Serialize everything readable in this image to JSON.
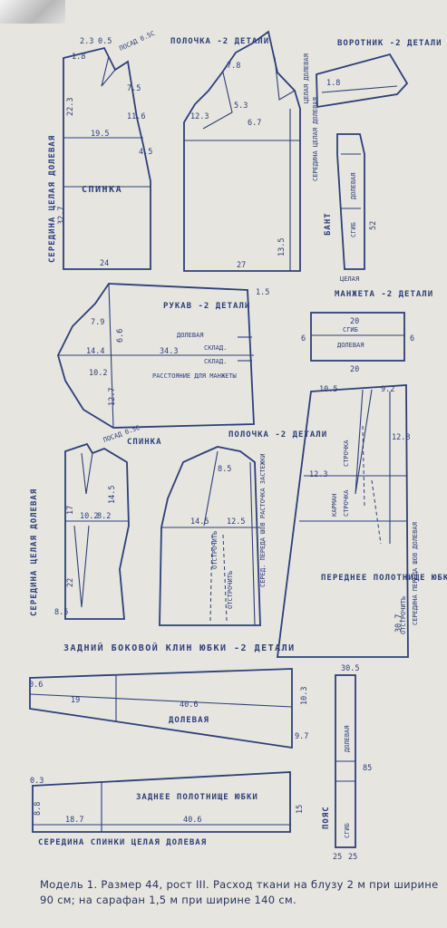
{
  "labels": {
    "back_piece": "СПИНКА",
    "back_center_line": "СЕРЕДИНА ЦЕЛАЯ ДОЛЕВАЯ",
    "neck_ease": "ПОСАД 0.5С",
    "front_title": "ПОЛОЧКА -2 ДЕТАЛИ",
    "whole_grain": "ЦЕЛАЯ ДОЛЕВАЯ",
    "front_center": "СЕРЕДИНА ЦЕЛАЯ ДОЛЕВАЯ",
    "collar": "ВОРОТНИК -2 ДЕТАЛИ",
    "bow": "БАНТ",
    "bow_fold": "СГИБ",
    "bow_grain": "ДОЛЕВАЯ",
    "bow_bottom": "ЦЕЛАЯ",
    "sleeve_title": "РУКАВ -2 ДЕТАЛИ",
    "sleeve_grain": "ДОЛЕВАЯ",
    "sleeve_pleat1": "СКЛАД.",
    "sleeve_pleat2": "СКЛАД.",
    "sleeve_distance": "РАССТОЯНИЕ ДЛЯ МАНЖЕТЫ",
    "cuff_title": "МАНЖЕТА -2 ДЕТАЛИ",
    "cuff_fold": "СГИБ",
    "cuff_grain": "ДОЛЕВАЯ",
    "back2_title": "СПИНКА",
    "front2_title": "ПОЛОЧКА -2 ДЕТАЛИ",
    "front2_center": "СЕРЕД. ПЕРЕДА ШОВ РАСТОЧКА ЗАСТЕЖКИ",
    "stitch_off": "ОТСТРОЧИТЬ",
    "stitch": "СТРОЧКА",
    "pocket": "КАРМАН",
    "skirt_front_title": "ПЕРЕДНЕЕ ПОЛОТНИЩЕ ЮБКИ -2 ДЕТАЛИ",
    "skirt_front_center": "СЕРЕДИНА ПЕРЕДА ШОВ ДОЛЕВАЯ",
    "skirt_stitch_off": "ОТСТРОЧИТЬ",
    "bottom_caption_row": "ЗАДНИЙ БОКОВОЙ КЛИН ЮБКИ -2 ДЕТАЛИ",
    "gore_grain": "ДОЛЕВАЯ",
    "back_skirt_title": "ЗАДНЕЕ ПОЛОТНИЩЕ ЮБКИ",
    "back_skirt_center": "СЕРЕДИНА СПИНКИ ЦЕЛАЯ ДОЛЕВАЯ",
    "belt": "ПОЯС",
    "belt_grain": "ДОЛЕВАЯ",
    "belt_fold": "СГИБ"
  },
  "dims": {
    "d_2_3": "2.3",
    "d_0_5": "0.5",
    "d_1_8": "1.8",
    "d_22_3": "22.3",
    "d_19_5": "19.5",
    "d_32_7": "32.7",
    "d_24": "24",
    "d_7_5": "7.5",
    "d_11_6": "11.6",
    "d_4_5": "4.5",
    "d_27": "27",
    "d_13_5": "13.5",
    "d_12_3": "12.3",
    "d_5_3": "5.3",
    "d_6_7": "6.7",
    "d_7_8": "7.8",
    "d_52": "52",
    "d_20": "20",
    "d_6": "6",
    "d_34_3": "34.3",
    "d_14_4": "14.4",
    "d_10_2": "10.2",
    "d_12_7": "12.7",
    "d_7_9": "7.9",
    "d_6_6": "6.6",
    "d_1_5": "1.5",
    "d_17": "17",
    "d_8_2": "8.2",
    "d_22": "22",
    "d_8_5": "8.5",
    "d_14_5": "14.5",
    "d_12_5": "12.5",
    "d_10_5": "10.5",
    "d_9_2": "9.2",
    "d_12_8": "12.8",
    "d_30_7": "30.7",
    "d_19": "19",
    "d_40_6": "40.6",
    "d_10_3": "10.3",
    "d_9_7": "9.7",
    "d_18_7": "18.7",
    "d_8_8": "8.8",
    "d_15": "15",
    "d_30_5": "30.5",
    "d_85": "85",
    "d_25": "25",
    "d_0_3": "0.3",
    "d_0_6": "0.6"
  },
  "caption": "Модель 1. Размер 44, рост III. Расход ткани на блузу 2 м при ширине 90 см; на сарафан 1,5 м при ширине 140 см."
}
